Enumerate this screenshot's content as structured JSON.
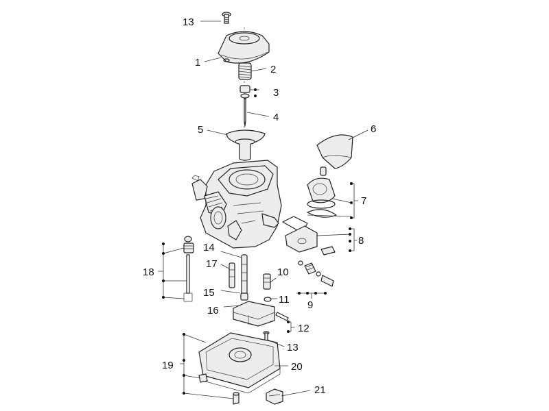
{
  "diagram": {
    "callouts": [
      {
        "id": "c13a",
        "label": "13"
      },
      {
        "id": "c1",
        "label": "1"
      },
      {
        "id": "c2",
        "label": "2"
      },
      {
        "id": "c3",
        "label": "3"
      },
      {
        "id": "c4",
        "label": "4"
      },
      {
        "id": "c5",
        "label": "5"
      },
      {
        "id": "c6",
        "label": "6"
      },
      {
        "id": "c7",
        "label": "7"
      },
      {
        "id": "c8",
        "label": "8"
      },
      {
        "id": "c9",
        "label": "9"
      },
      {
        "id": "c10",
        "label": "10"
      },
      {
        "id": "c11",
        "label": "11"
      },
      {
        "id": "c12",
        "label": "12"
      },
      {
        "id": "c13b",
        "label": "13"
      },
      {
        "id": "c14",
        "label": "14"
      },
      {
        "id": "c15",
        "label": "15"
      },
      {
        "id": "c16",
        "label": "16"
      },
      {
        "id": "c17",
        "label": "17"
      },
      {
        "id": "c18",
        "label": "18"
      },
      {
        "id": "c19",
        "label": "19"
      },
      {
        "id": "c20",
        "label": "20"
      },
      {
        "id": "c21",
        "label": "21"
      }
    ]
  }
}
